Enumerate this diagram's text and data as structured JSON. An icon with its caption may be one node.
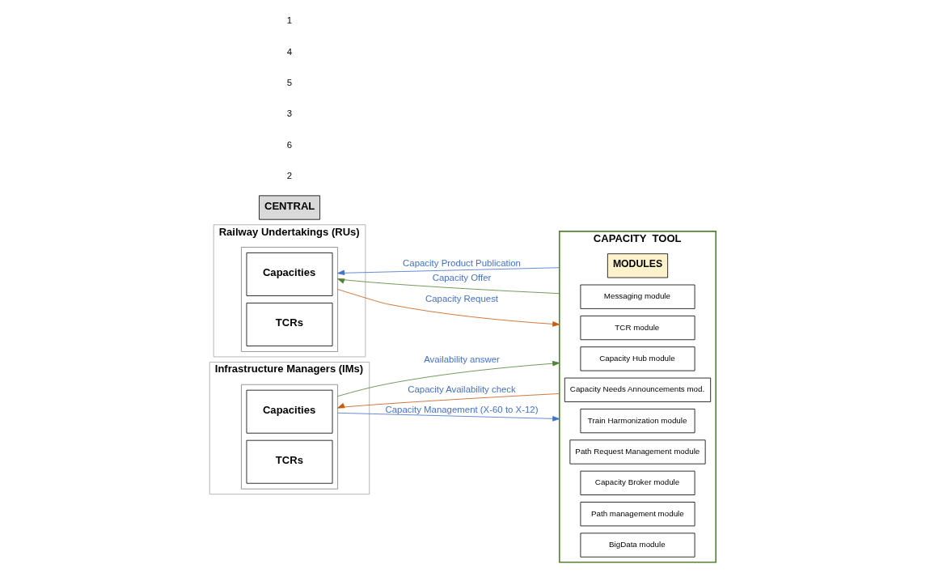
{
  "diagram": {
    "nodes": [
      {
        "text": [
          "Railway Undertakings (RUs)"
        ]
      },
      {
        "text": [],
        "shape": "box",
        "in": 0
      },
      {
        "text": [
          "Capacities"
        ],
        "in": 1
      },
      {
        "text": [
          "TCRs"
        ],
        "in": 1
      },
      {
        "text": [
          "CENTRAL"
        ]
      },
      {
        "text": [
          "CAPACITY  TOOL"
        ]
      },
      {
        "text": [
          "MODULES"
        ],
        "in": 5
      },
      {
        "text": [
          "Messaging module"
        ],
        "in": 5
      },
      {
        "text": [
          "TCR module"
        ],
        "in": 5
      },
      {
        "text": [
          "Capacity Hub module"
        ],
        "in": 5
      },
      {
        "text": [
          "Capacity Needs Announcements mod."
        ],
        "in": 5
      },
      {
        "text": [
          "Train Harmonization module"
        ],
        "in": 5
      },
      {
        "text": [
          "Path Request Management module"
        ],
        "in": 5
      },
      {
        "text": [
          "Capacity Broker module"
        ],
        "in": 5
      },
      {
        "text": [
          "Path management module"
        ],
        "in": 5
      },
      {
        "text": [
          "BigData module"
        ],
        "in": 5
      },
      {
        "text": [
          "Infrastructure Managers (IMs)"
        ]
      },
      {
        "text": [],
        "shape": "box",
        "in": 16
      },
      {
        "text": [
          "Capacities"
        ],
        "in": 17
      },
      {
        "text": [
          "TCRs"
        ],
        "in": 17
      }
    ],
    "edges": [
      {
        "from": 5,
        "to": 1,
        "arrow": "to",
        "label": "Capacity Product Publication",
        "color": "#4472c4"
      },
      {
        "from": 5,
        "to": 1,
        "arrow": "to",
        "label": "Capacity Offer",
        "color": "#548235"
      },
      {
        "from": 1,
        "to": 5,
        "arrow": "to",
        "label": "Capacity Request",
        "color": "#c55a11"
      },
      {
        "from": 17,
        "to": 5,
        "arrow": "to",
        "label": "Availability answer",
        "color": "#548235"
      },
      {
        "from": 5,
        "to": 17,
        "arrow": "to",
        "label": "Capacity Availability check",
        "color": "#c55a11"
      },
      {
        "from": 17,
        "to": 5,
        "arrow": "to",
        "label": "Capacity Management (X-60 to X-12)",
        "color": "#4472c4"
      }
    ],
    "labels": [
      "2",
      "6",
      "3",
      "5",
      "4",
      "1"
    ]
  }
}
